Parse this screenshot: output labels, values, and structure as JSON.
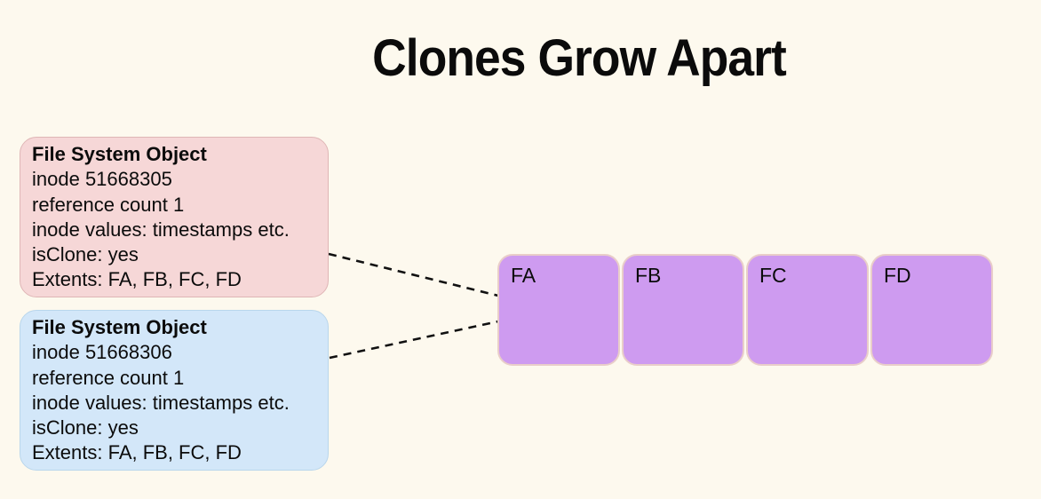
{
  "title": "Clones Grow Apart",
  "colors": {
    "background": "#FDF9EE",
    "pink_fill": "#F6D7D7",
    "pink_border": "#DFB6B6",
    "blue_fill": "#D3E7F9",
    "blue_border": "#B9D6EC",
    "purple_fill": "#CE9BF0",
    "purple_border": "#E9CEC9",
    "connector": "#111111",
    "text": "#0B0B0B"
  },
  "fso_boxes": [
    {
      "heading": "File System Object",
      "lines": [
        "inode 51668305",
        "reference count 1",
        "inode values: timestamps etc.",
        "isClone: yes",
        "Extents: FA, FB, FC, FD"
      ]
    },
    {
      "heading": "File System Object",
      "lines": [
        "inode 51668306",
        "reference count 1",
        "inode values: timestamps etc.",
        "isClone: yes",
        "Extents: FA, FB, FC, FD"
      ]
    }
  ],
  "extents": [
    {
      "label": "FA"
    },
    {
      "label": "FB"
    },
    {
      "label": "FC"
    },
    {
      "label": "FD"
    }
  ]
}
